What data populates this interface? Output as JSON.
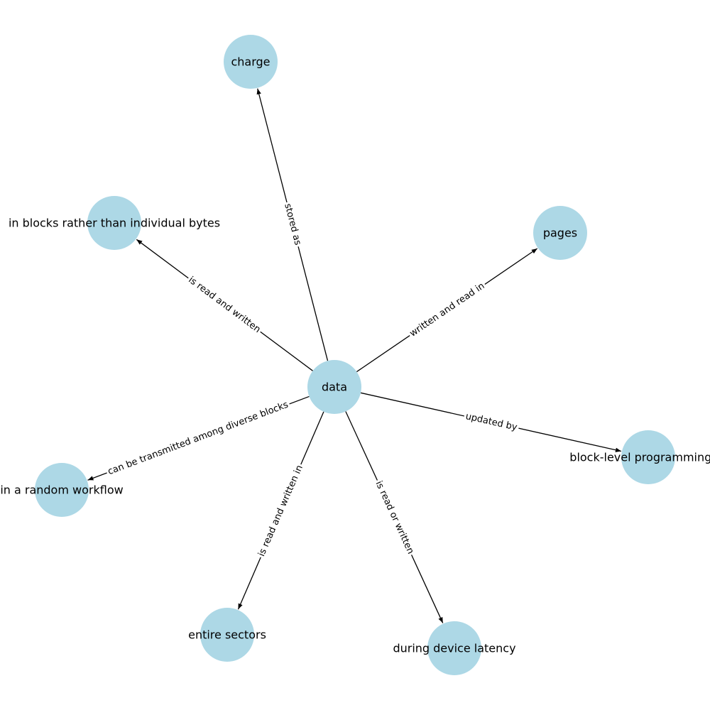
{
  "diagram": {
    "node_color": "#add8e6",
    "edge_color": "#000000",
    "nodes": [
      {
        "id": "data",
        "label": "data"
      },
      {
        "id": "charge",
        "label": "charge"
      },
      {
        "id": "blocks",
        "label": "in blocks rather than individual bytes"
      },
      {
        "id": "pages",
        "label": "pages"
      },
      {
        "id": "block-level",
        "label": "block-level programming or"
      },
      {
        "id": "random",
        "label": "in a random workflow"
      },
      {
        "id": "sectors",
        "label": "entire sectors"
      },
      {
        "id": "latency",
        "label": "during device latency"
      }
    ],
    "edges": [
      {
        "source": "data",
        "target": "charge",
        "label": "stored as"
      },
      {
        "source": "data",
        "target": "blocks",
        "label": "is read and written"
      },
      {
        "source": "data",
        "target": "pages",
        "label": "written and read in"
      },
      {
        "source": "data",
        "target": "block-level",
        "label": "updated by"
      },
      {
        "source": "data",
        "target": "random",
        "label": "can be transmitted among diverse blocks"
      },
      {
        "source": "data",
        "target": "sectors",
        "label": "is read and written in"
      },
      {
        "source": "data",
        "target": "latency",
        "label": "is read or written"
      }
    ]
  }
}
